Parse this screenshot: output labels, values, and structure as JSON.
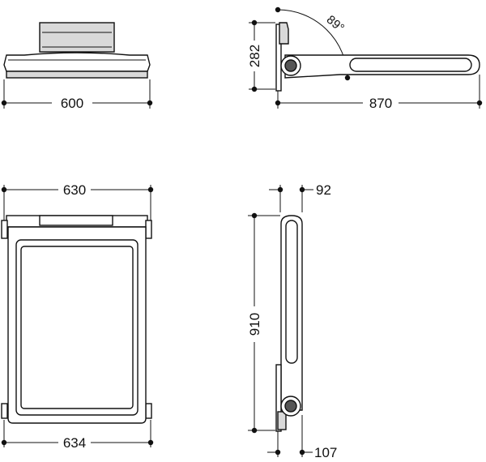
{
  "drawing": {
    "front_view": {
      "width_label": "600"
    },
    "side_view": {
      "height_label": "282",
      "depth_label": "870",
      "angle_label": "89°"
    },
    "top_view": {
      "width_top_label": "630",
      "width_bottom_label": "634"
    },
    "folded_view": {
      "top_depth_label": "92",
      "height_label": "910",
      "bottom_depth_label": "107"
    }
  },
  "colors": {
    "line": "#111111",
    "fill_grey": "#d9d9d9",
    "fill_dark": "#555555"
  }
}
